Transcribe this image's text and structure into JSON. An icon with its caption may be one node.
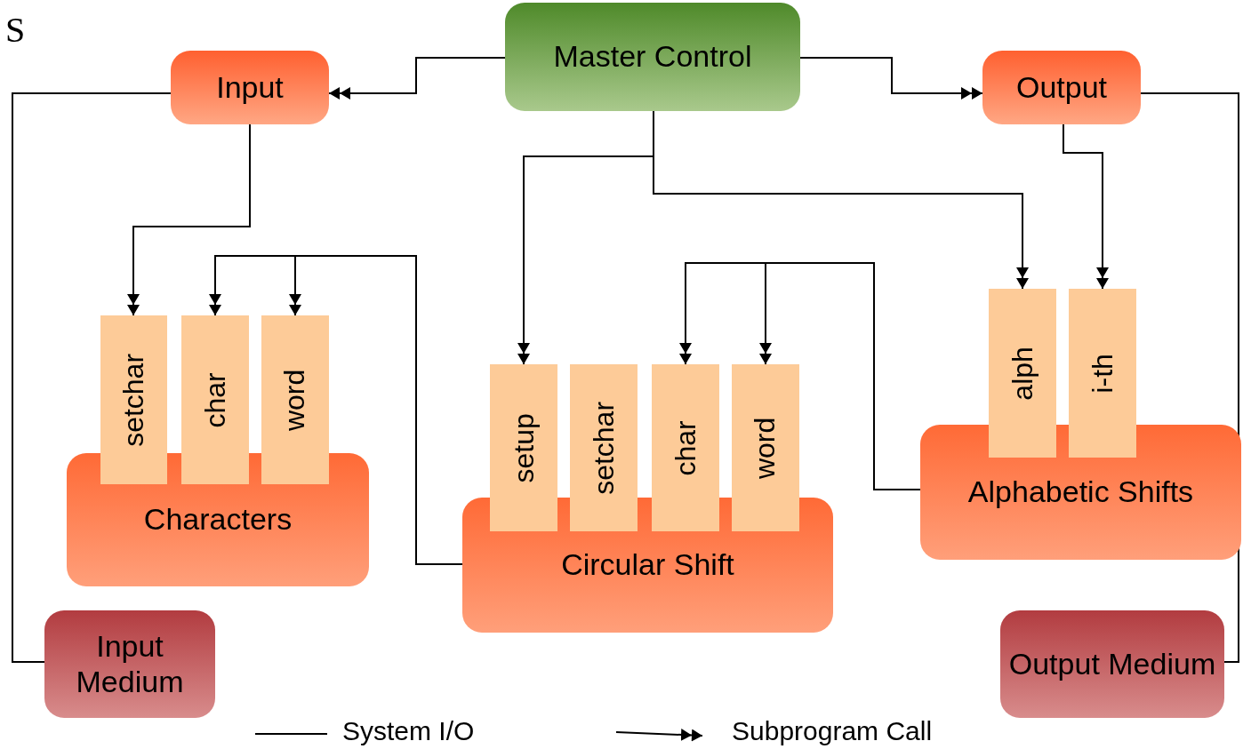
{
  "diagram": {
    "nodes": [
      {
        "text": [
          "Master Control"
        ]
      },
      {
        "text": [
          "Input"
        ]
      },
      {
        "text": [
          "Output"
        ]
      },
      {
        "text": [
          "Characters"
        ]
      },
      {
        "text": [
          "setchar"
        ]
      },
      {
        "text": [
          "char"
        ]
      },
      {
        "text": [
          "word"
        ]
      },
      {
        "text": [
          "Circular Shift"
        ]
      },
      {
        "text": [
          "setup"
        ]
      },
      {
        "text": [
          "setchar"
        ]
      },
      {
        "text": [
          "char"
        ]
      },
      {
        "text": [
          "word"
        ]
      },
      {
        "text": [
          "Alphabetic Shifts"
        ]
      },
      {
        "text": [
          "alph"
        ]
      },
      {
        "text": [
          "i-th"
        ]
      },
      {
        "text": [
          "Input Medium"
        ]
      },
      {
        "text": [
          "Output Medium"
        ]
      }
    ],
    "edges": [
      {
        "from": 0,
        "to": 1,
        "arrow": "to"
      },
      {
        "from": 0,
        "to": 2,
        "arrow": "to"
      },
      {
        "from": 0,
        "to": 8,
        "arrow": "to"
      },
      {
        "from": 0,
        "to": 13,
        "arrow": "to"
      },
      {
        "from": 1,
        "to": 4,
        "arrow": "to"
      },
      {
        "from": 2,
        "to": 14,
        "arrow": "to"
      },
      {
        "from": 7,
        "to": 5,
        "arrow": "to"
      },
      {
        "from": 7,
        "to": 6,
        "arrow": "to"
      },
      {
        "from": 12,
        "to": 10,
        "arrow": "to"
      },
      {
        "from": 12,
        "to": 11,
        "arrow": "to"
      },
      {
        "from": 15,
        "to": 1,
        "arrow": "none"
      },
      {
        "from": 2,
        "to": 16,
        "arrow": "none"
      }
    ],
    "labels": [
      "S"
    ],
    "legend": [
      {
        "text": "System I/O"
      },
      {
        "text": "Subprogram Call"
      }
    ]
  }
}
